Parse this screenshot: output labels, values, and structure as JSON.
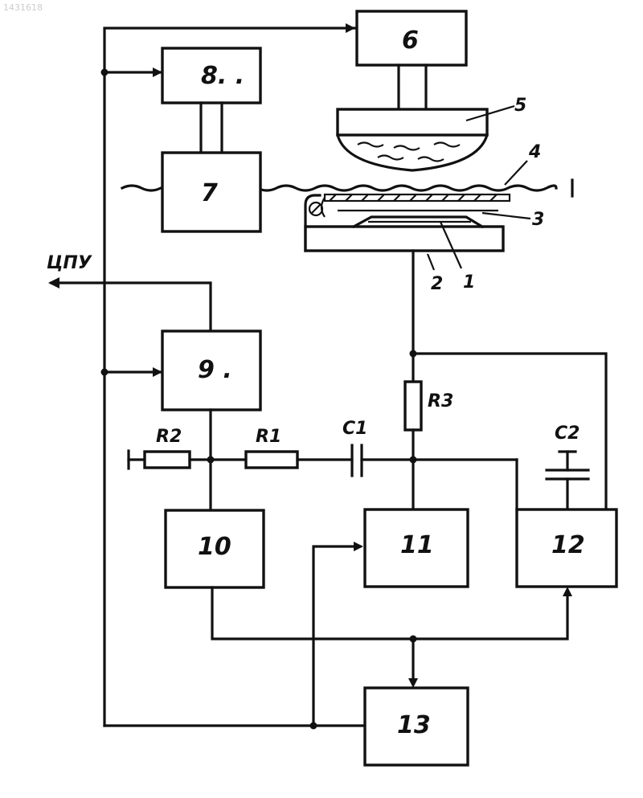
{
  "diagram": {
    "blocks": {
      "b6": "6",
      "b8": "8. .",
      "b7": "7",
      "b9": "9 .",
      "b10": "10",
      "b11": "11",
      "b12": "12",
      "b13": "13"
    },
    "parts": {
      "p1": "1",
      "p2": "2",
      "p3": "3",
      "p4": "4",
      "p5": "5"
    },
    "components": {
      "r1": "R1",
      "r2": "R2",
      "r3": "R3",
      "c1": "C1",
      "c2": "C2"
    },
    "output_label": "ЦПУ",
    "corner_mark": "1431618"
  }
}
